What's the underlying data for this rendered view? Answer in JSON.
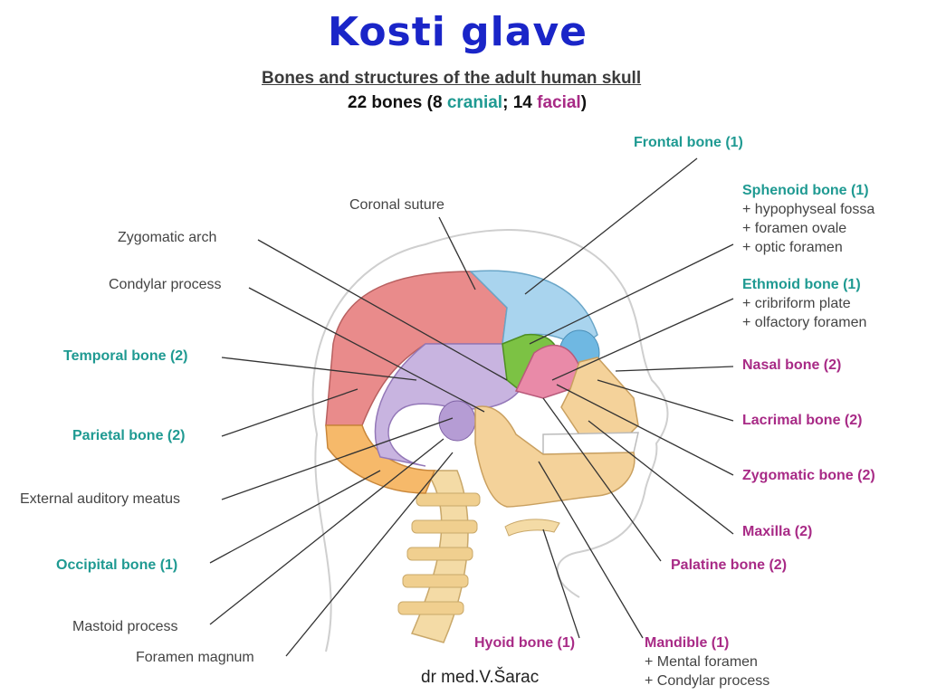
{
  "title": "Kosti glave",
  "subtitle": "Bones and structures of the adult human skull",
  "bone_count": {
    "prefix": "22 bones (8 ",
    "cranial": "cranial",
    "middle": "; 14 ",
    "facial": "facial",
    "suffix": ")"
  },
  "labels": {
    "frontal": "Frontal bone (1)",
    "sphenoid": {
      "name": "Sphenoid bone (1)",
      "items": [
        "+ hypophyseal fossa",
        "+ foramen ovale",
        "+ optic foramen"
      ]
    },
    "ethmoid": {
      "name": "Ethmoid bone (1)",
      "items": [
        "+ cribriform plate",
        "+ olfactory foramen"
      ]
    },
    "nasal": "Nasal bone (2)",
    "lacrimal": "Lacrimal bone (2)",
    "zygomatic_bone": "Zygomatic bone (2)",
    "maxilla": "Maxilla (2)",
    "palatine": "Palatine bone (2)",
    "mandible": {
      "name": "Mandible (1)",
      "items": [
        "+ Mental foramen",
        "+ Condylar process"
      ]
    },
    "hyoid": "Hyoid bone (1)",
    "coronal_suture": "Coronal suture",
    "zygomatic_arch": "Zygomatic arch",
    "condylar_process": "Condylar process",
    "temporal": "Temporal bone (2)",
    "parietal": "Parietal  bone (2)",
    "external_auditory": "External auditory meatus",
    "occipital": "Occipital bone (1)",
    "mastoid": "Mastoid process",
    "foramen_magnum": "Foramen magnum"
  },
  "footer": "dr med.V.Šarac",
  "colors": {
    "title": "#1a25c8",
    "cranial": "#1f9a92",
    "facial": "#a82a86",
    "parietal": "#e98b8b",
    "frontal": "#a9d4ee",
    "occipital": "#f6b96a",
    "temporal": "#c8b4e0",
    "sphenoid": "#7cc244",
    "ethmoid": "#e98aa8",
    "maxilla": "#f4d29a"
  }
}
